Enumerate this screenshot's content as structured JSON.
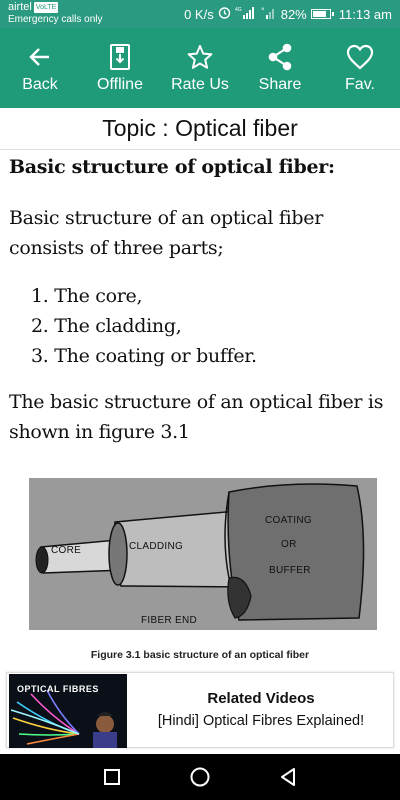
{
  "status": {
    "carrier": "airtel",
    "carrier_badge": "VoLTE",
    "emergency": "Emergency calls only",
    "net_speed": "0 K/s",
    "battery": "82%",
    "battery_level": 0.82,
    "time": "11:13 am"
  },
  "toolbar": {
    "back": "Back",
    "offline": "Offline",
    "rate": "Rate Us",
    "share": "Share",
    "fav": "Fav."
  },
  "topic": "Topic : Optical fiber",
  "content": {
    "heading": "Basic structure of optical fiber:",
    "para1": "Basic structure of an optical fiber consists of three parts;",
    "list": [
      "1. The core,",
      "2. The cladding,",
      "3. The coating or buffer."
    ],
    "para2": "The basic structure of an optical fiber is shown in figure 3.1"
  },
  "figure": {
    "core": "CORE",
    "cladding": "CLADDING",
    "coating": "COATING",
    "or": "OR",
    "buffer": "BUFFER",
    "fiber_end": "FIBER END",
    "caption": "Figure 3.1 basic structure of an optical fiber"
  },
  "related": {
    "thumb_title": "OPTICAL FIBRES",
    "title": "Related Videos",
    "subtitle": "[Hindi] Optical Fibres Explained!"
  },
  "colors": {
    "status_bar": "#2a9a80",
    "toolbar": "#1f9b79",
    "nav_bar": "#000000"
  }
}
